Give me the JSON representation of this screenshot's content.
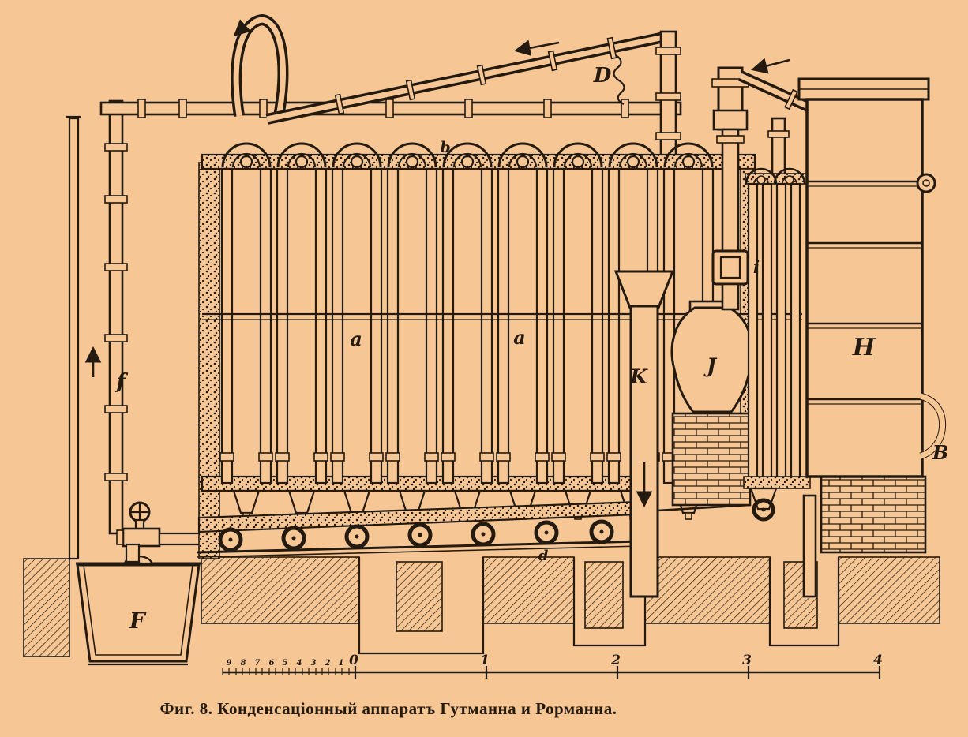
{
  "figure": {
    "caption": "Фиг. 8. Конденсаціонный аппаратъ Гутманна и Рорманна.",
    "part_labels": {
      "D": "D",
      "f": "f",
      "b": "b",
      "a_left": "a",
      "a_right": "a",
      "d": "d",
      "K": "K",
      "J": "J",
      "i": "i",
      "H": "H",
      "B": "B",
      "F": "F"
    },
    "scale_bar": {
      "major_ticks": [
        "0",
        "1",
        "2",
        "3",
        "4"
      ],
      "minor_ticks": [
        "9",
        "8",
        "7",
        "6",
        "5",
        "4",
        "3",
        "2",
        "1"
      ]
    },
    "colors": {
      "paper": "#f6c794",
      "ink": "#241a10"
    }
  }
}
